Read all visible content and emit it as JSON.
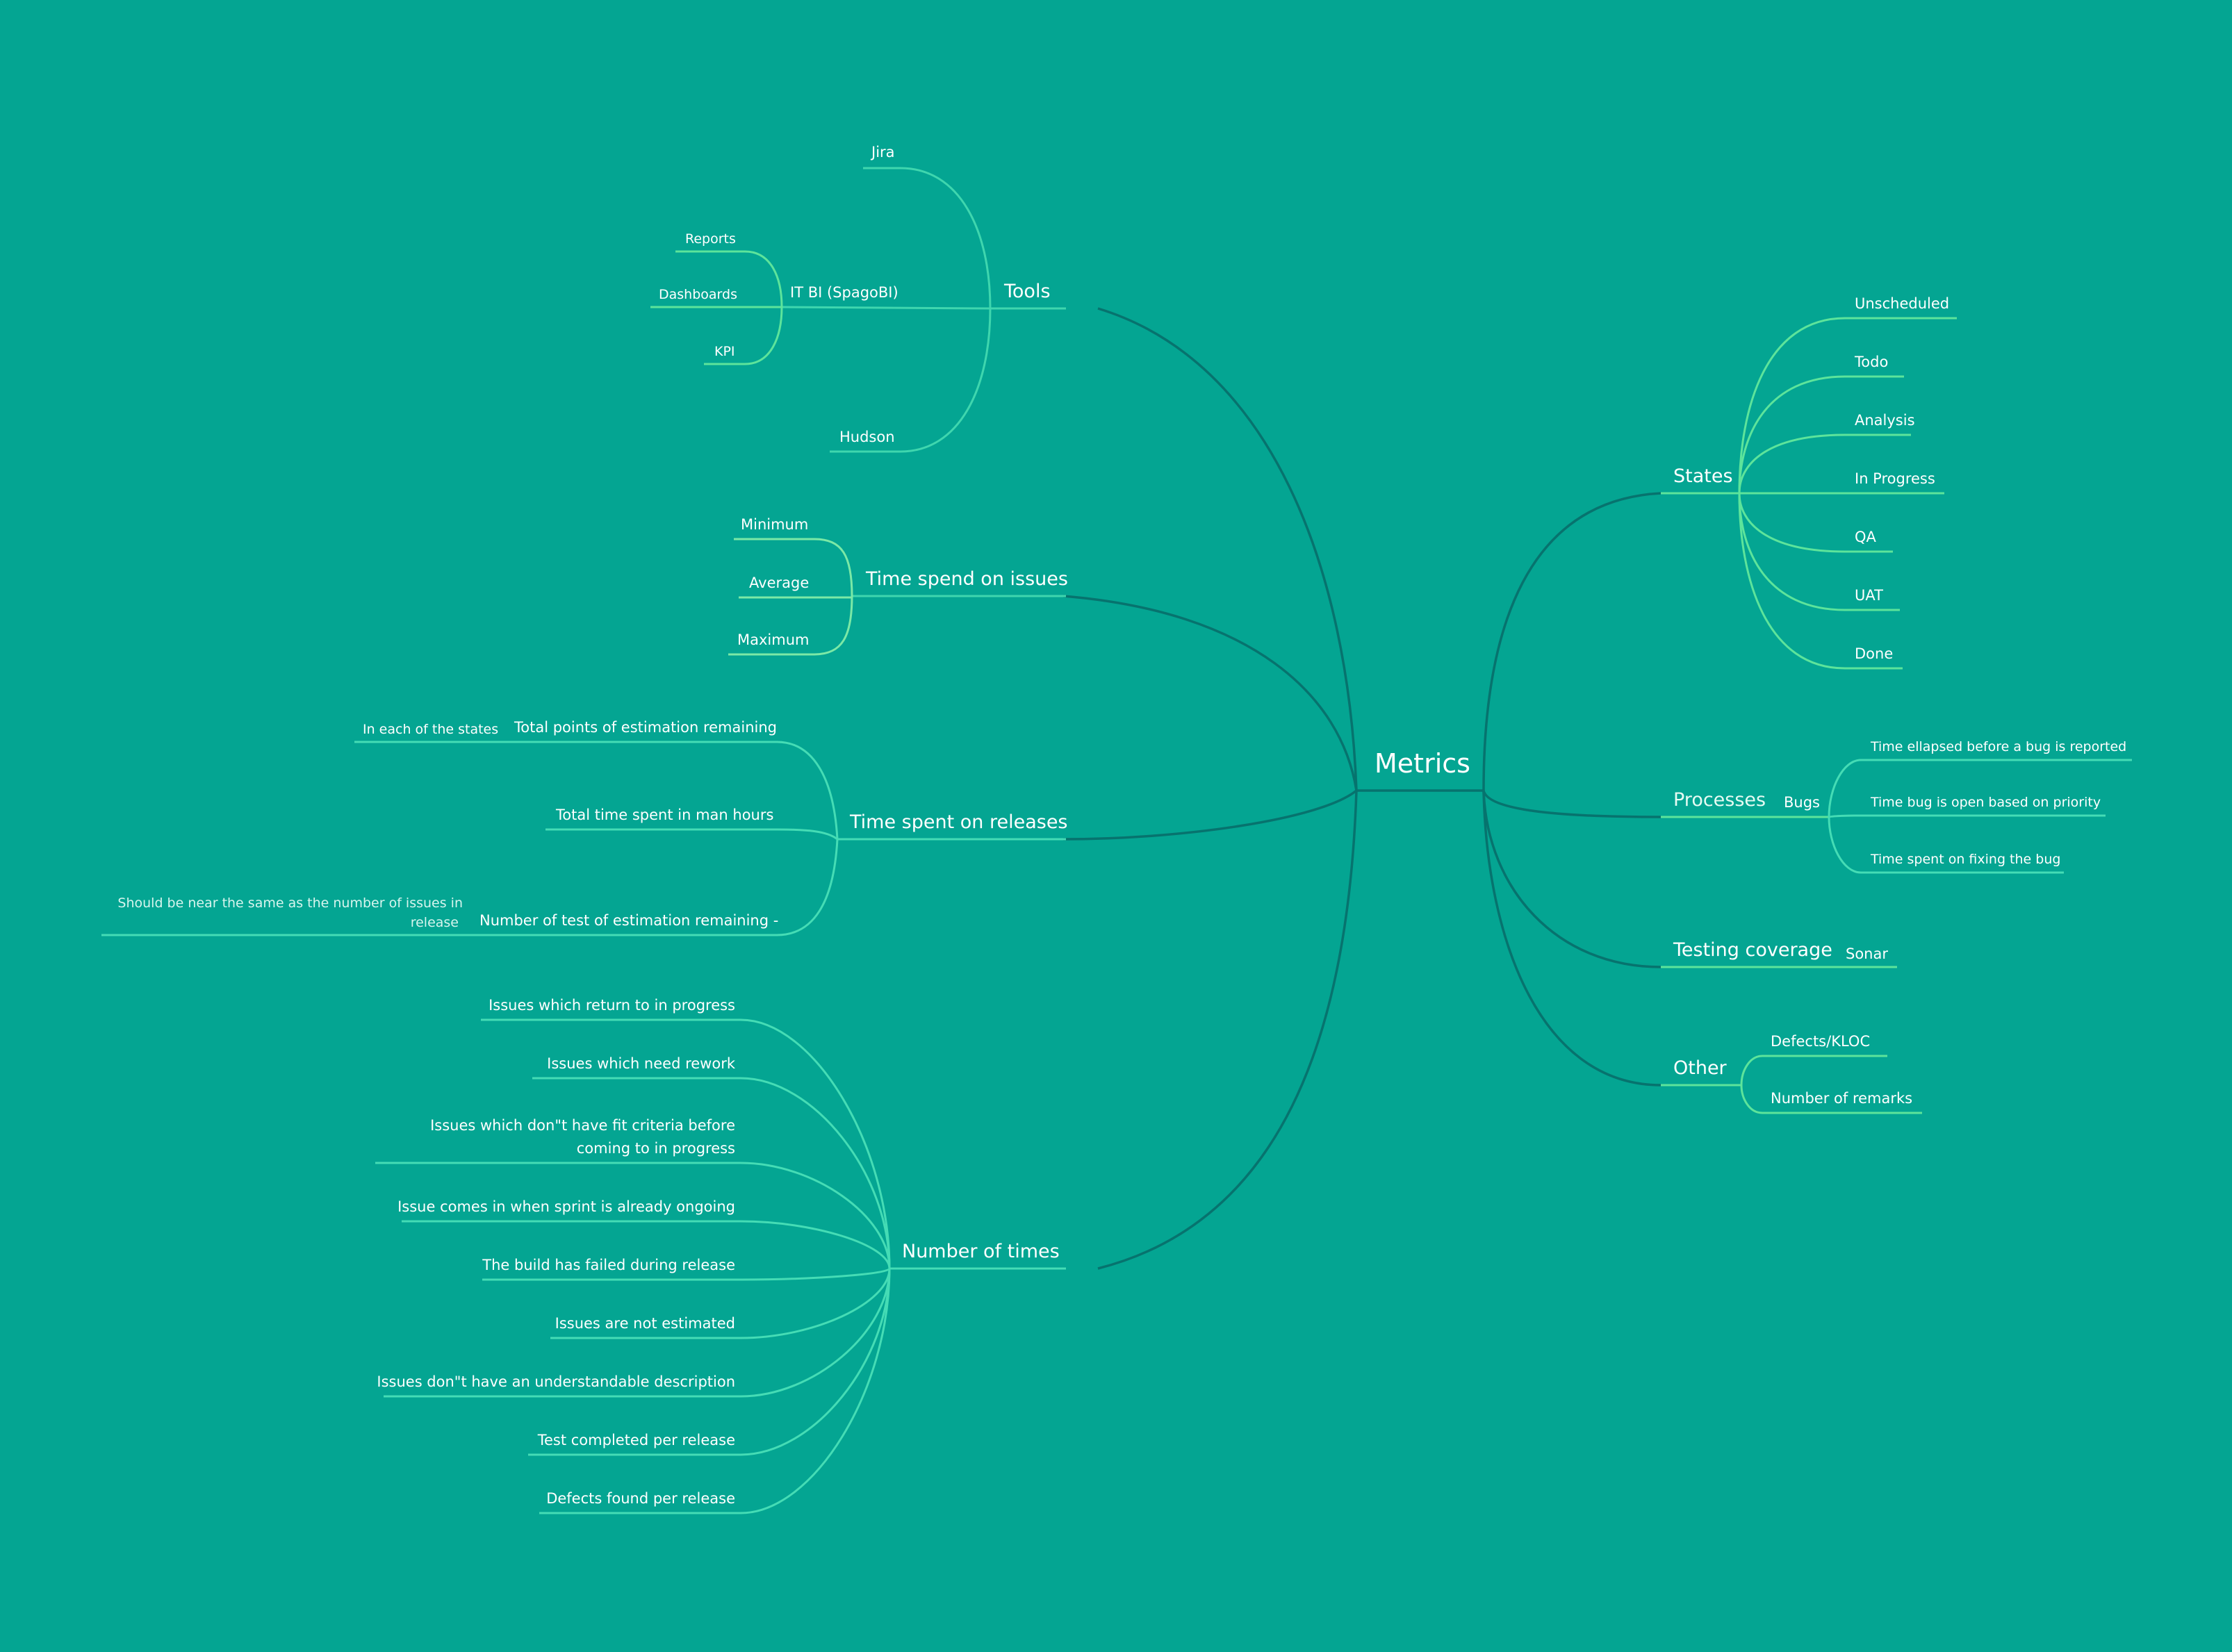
{
  "root": {
    "label": "Metrics"
  },
  "left": {
    "tools": {
      "label": "Tools",
      "children": {
        "jira": "Jira",
        "it_bi": "IT BI (SpagoBI)",
        "reports": "Reports",
        "dashboards": "Dashboards",
        "kpi": "KPI",
        "hudson": "Hudson"
      }
    },
    "time_spend_on_issues": {
      "label": "Time spend on issues",
      "children": {
        "minimum": "Minimum",
        "average": "Average",
        "maximum": "Maximum"
      }
    },
    "time_spent_on_releases": {
      "label": "Time spent on releases",
      "children": {
        "total_points": "Total points of estimation remaining",
        "in_each_state": "In each of the states",
        "total_time": "Total time spent in man hours",
        "number_of_test": "Number of test of estimation remaining -",
        "note_line1": "Should be near the same as the number of issues in",
        "note_line2": "release"
      }
    },
    "number_of_times": {
      "label": "Number of times",
      "children": [
        {
          "lines": [
            "Issues which return to in progress"
          ]
        },
        {
          "lines": [
            "Issues which need rework"
          ]
        },
        {
          "lines": [
            "Issues which don\"t have fit criteria before",
            "coming to in progress"
          ]
        },
        {
          "lines": [
            "Issue comes in when sprint is already ongoing"
          ]
        },
        {
          "lines": [
            "The build has failed during release"
          ]
        },
        {
          "lines": [
            "Issues are not estimated"
          ]
        },
        {
          "lines": [
            "Issues don\"t have an understandable description"
          ]
        },
        {
          "lines": [
            "Test completed per release"
          ]
        },
        {
          "lines": [
            "Defects found per release"
          ]
        }
      ]
    }
  },
  "right": {
    "states": {
      "label": "States",
      "children": [
        "Unscheduled",
        "Todo",
        "Analysis",
        "In Progress",
        "QA",
        "UAT",
        "Done"
      ]
    },
    "processes": {
      "label": "Processes",
      "bugs": {
        "label": "Bugs",
        "children": [
          "Time ellapsed before a bug is reported",
          "Time bug is open based on priority",
          "Time spent on fixing the bug"
        ]
      }
    },
    "testing_coverage": {
      "label": "Testing coverage",
      "child": "Sonar"
    },
    "other": {
      "label": "Other",
      "children": [
        "Defects/KLOC",
        "Number of remarks"
      ]
    }
  }
}
